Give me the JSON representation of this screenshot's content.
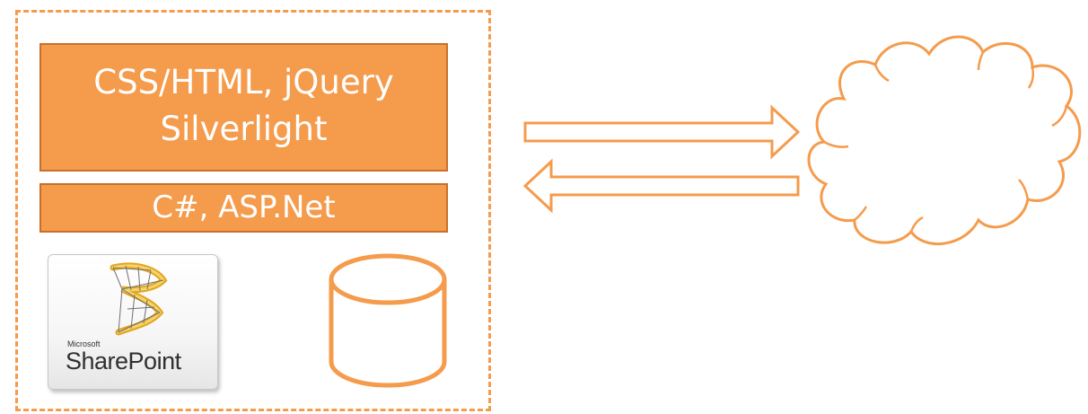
{
  "diagram": {
    "top_box_lines": [
      "CSS/HTML, jQuery",
      "Silverlight"
    ],
    "middle_box_label": "C#, ASP.Net",
    "sharepoint_logo": {
      "vendor": "Microsoft",
      "product": "SharePoint"
    },
    "icons": {
      "database": "database-cylinder-icon",
      "cloud": "cloud-icon",
      "arrow_right": "arrow-right-icon",
      "arrow_left": "arrow-left-icon"
    },
    "colors": {
      "accent": "#f59b4c",
      "accent_dark": "#c8702a",
      "text_on_accent": "#ffffff"
    }
  }
}
